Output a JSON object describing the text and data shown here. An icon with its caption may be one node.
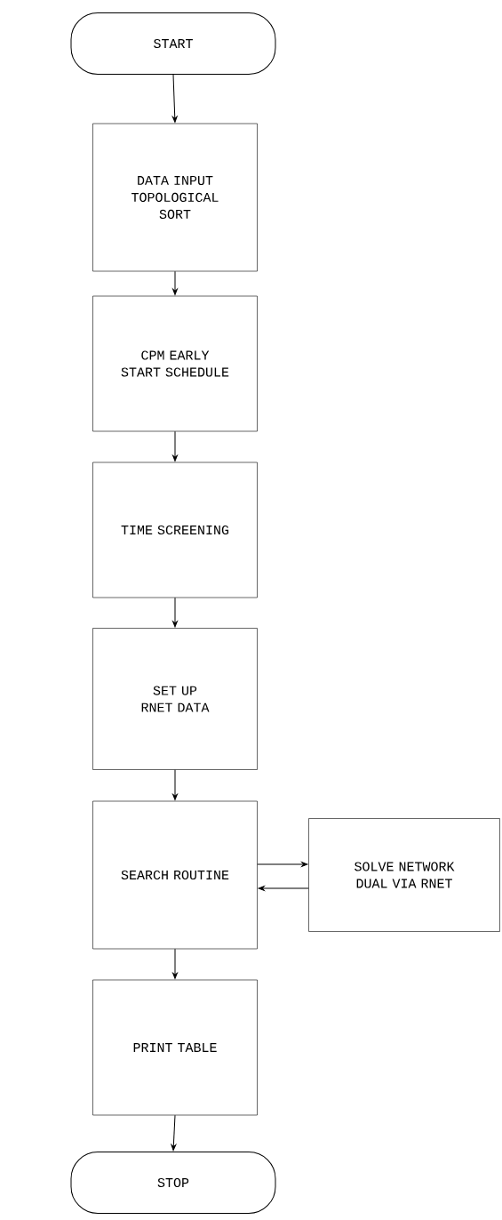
{
  "diagram": {
    "nodes": [
      {
        "text": [
          "START"
        ]
      },
      {
        "text": [
          "DATA INPUT TOPOLOGICAL SORT"
        ]
      },
      {
        "text": [
          "CPM EARLY START SCHEDULE"
        ]
      },
      {
        "text": [
          "TIME SCREENING"
        ]
      },
      {
        "text": [
          "SET UP RNET DATA"
        ]
      },
      {
        "text": [
          "SEARCH ROUTINE"
        ]
      },
      {
        "text": [
          "SOLVE NETWORK DUAL VIA RNET"
        ]
      },
      {
        "text": [
          "PRINT TABLE"
        ]
      },
      {
        "text": [
          "STOP"
        ]
      }
    ],
    "edges": [
      {
        "from": 0,
        "to": 1,
        "arrow": "to"
      },
      {
        "from": 1,
        "to": 2,
        "arrow": "to"
      },
      {
        "from": 2,
        "to": 3,
        "arrow": "to"
      },
      {
        "from": 3,
        "to": 4,
        "arrow": "to"
      },
      {
        "from": 4,
        "to": 5,
        "arrow": "to"
      },
      {
        "from": 5,
        "to": 6,
        "arrow": "to"
      },
      {
        "from": 6,
        "to": 5,
        "arrow": "to"
      },
      {
        "from": 5,
        "to": 7,
        "arrow": "to"
      },
      {
        "from": 7,
        "to": 8,
        "arrow": "to"
      }
    ]
  }
}
